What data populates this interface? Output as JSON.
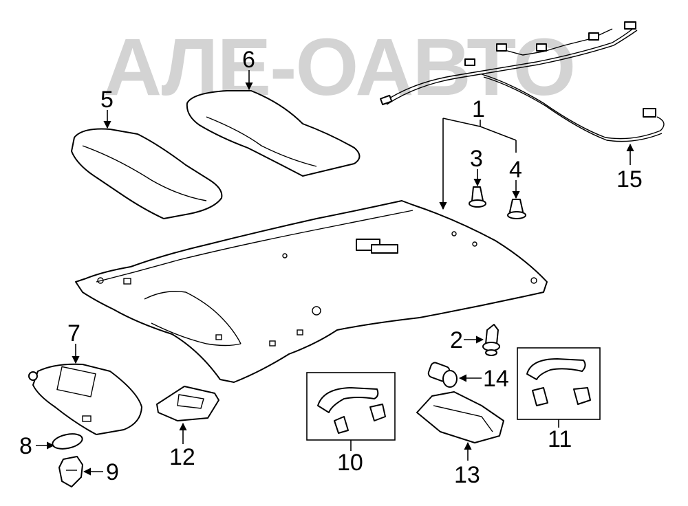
{
  "watermark": "АЛЕ-ОАВТО",
  "callouts": {
    "c1": "1",
    "c2": "2",
    "c3": "3",
    "c4": "4",
    "c5": "5",
    "c6": "6",
    "c7": "7",
    "c8": "8",
    "c9": "9",
    "c10": "10",
    "c11": "11",
    "c12": "12",
    "c13": "13",
    "c14": "14",
    "c15": "15"
  }
}
